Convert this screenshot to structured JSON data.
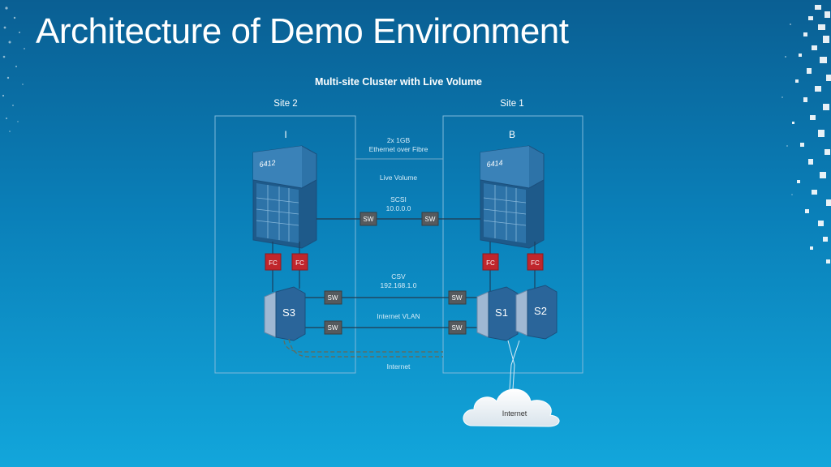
{
  "slide": {
    "title": "Architecture of Demo Environment"
  },
  "diagram": {
    "heading": "Multi-site Cluster with Live Volume",
    "site_left": {
      "label": "Site 2",
      "node": "I",
      "array": "6412",
      "server": "S3"
    },
    "site_right": {
      "label": "Site 1",
      "node": "B",
      "array": "6414",
      "servers": [
        "S1",
        "S2"
      ]
    },
    "link_ethernet": [
      "2x 1GB",
      "Ethernet over Fibre"
    ],
    "link_live_volume": "Live Volume",
    "link_scsi": [
      "SCSI",
      "10.0.0.0"
    ],
    "link_csv": [
      "CSV",
      "192.168.1.0"
    ],
    "link_internet_vlan": "Internet VLAN",
    "link_internet_bottom": "Internet",
    "switch_label": "SW",
    "fc_label": "FC",
    "cloud_label": "Internet"
  },
  "colors": {
    "frame": "#7fb9da",
    "array_dark": "#1e5a8a",
    "array_mid": "#2d73a8",
    "switch": "#555a5e",
    "fc": "#c0262c",
    "server_front": "#9fb8d3",
    "server_body": "#2a659a"
  }
}
